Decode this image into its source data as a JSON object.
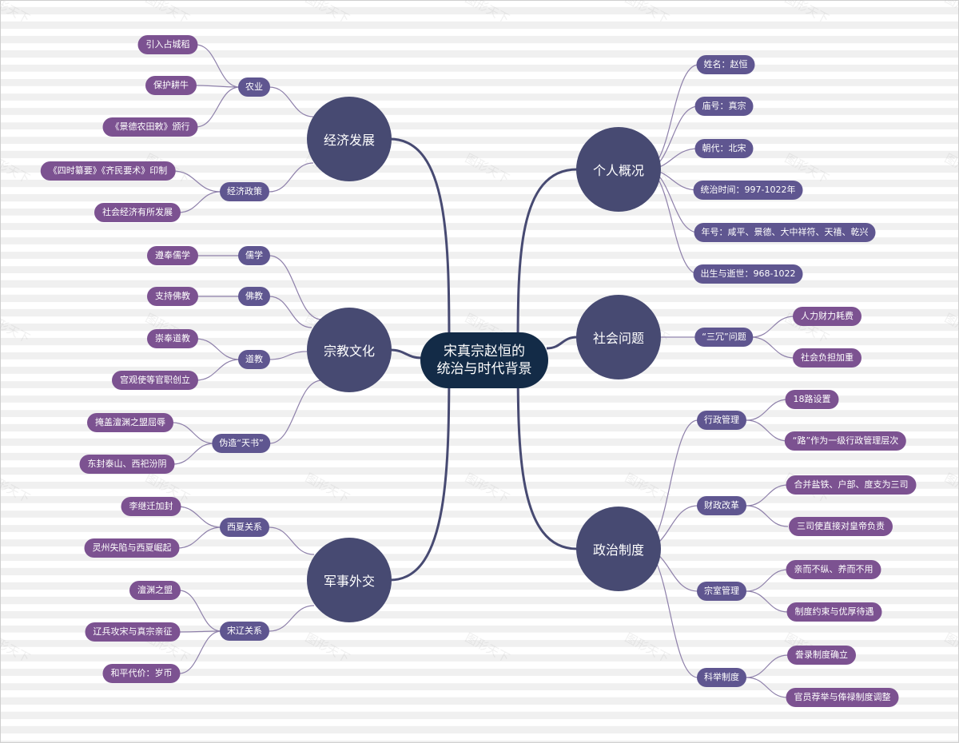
{
  "center": {
    "title_line1": "宋真宗赵恒的",
    "title_line2": "统治与时代背景"
  },
  "watermark": "图形天下",
  "colors": {
    "center": "#132b47",
    "main": "#474a72",
    "sub": "#5f5690",
    "leaf": "#7c5291",
    "line_main": "#474a72",
    "line_sub": "#8e80aa"
  },
  "branches": {
    "economy": {
      "label": "经济发展",
      "agriculture": {
        "label": "农业",
        "leaves": [
          "引入占城稻",
          "保护耕牛",
          "《景德农田敕》颁行"
        ]
      },
      "policy": {
        "label": "经济政策",
        "leaves": [
          "《四时纂要》《齐民要术》印制",
          "社会经济有所发展"
        ]
      }
    },
    "religion": {
      "label": "宗教文化",
      "confucianism": {
        "label": "儒学",
        "leaves": [
          "遵奉儒学"
        ]
      },
      "buddhism": {
        "label": "佛教",
        "leaves": [
          "支持佛教"
        ]
      },
      "taoism": {
        "label": "道教",
        "leaves": [
          "崇奉道教",
          "宫观使等官职创立"
        ]
      },
      "tianshu": {
        "label": "伪造“天书”",
        "leaves": [
          "掩盖澶渊之盟屈辱",
          "东封泰山、西祀汾阴"
        ]
      }
    },
    "military": {
      "label": "军事外交",
      "xixia": {
        "label": "西夏关系",
        "leaves": [
          "李继迁加封",
          "灵州失陷与西夏崛起"
        ]
      },
      "songliao": {
        "label": "宋辽关系",
        "leaves": [
          "澶渊之盟",
          "辽兵攻宋与真宗亲征",
          "和平代价：岁币"
        ]
      }
    },
    "personal": {
      "label": "个人概况",
      "leaves": [
        "姓名：赵恒",
        "庙号：真宗",
        "朝代：北宋",
        "统治时间：997-1022年",
        "年号：咸平、景德、大中祥符、天禧、乾兴",
        "出生与逝世：968-1022"
      ]
    },
    "social": {
      "label": "社会问题",
      "sanrong": {
        "label": "“三冗”问题",
        "leaves": [
          "人力财力耗费",
          "社会负担加重"
        ]
      }
    },
    "politics": {
      "label": "政治制度",
      "admin": {
        "label": "行政管理",
        "leaves": [
          "18路设置",
          "“路”作为一级行政管理层次"
        ]
      },
      "finance": {
        "label": "财政改革",
        "leaves": [
          "合并盐铁、户部、度支为三司",
          "三司使直接对皇帝负责"
        ]
      },
      "clan": {
        "label": "宗室管理",
        "leaves": [
          "亲而不纵、养而不用",
          "制度约束与优厚待遇"
        ]
      },
      "exam": {
        "label": "科举制度",
        "leaves": [
          "誊录制度确立",
          "官员荐举与俸禄制度调整"
        ]
      }
    }
  }
}
